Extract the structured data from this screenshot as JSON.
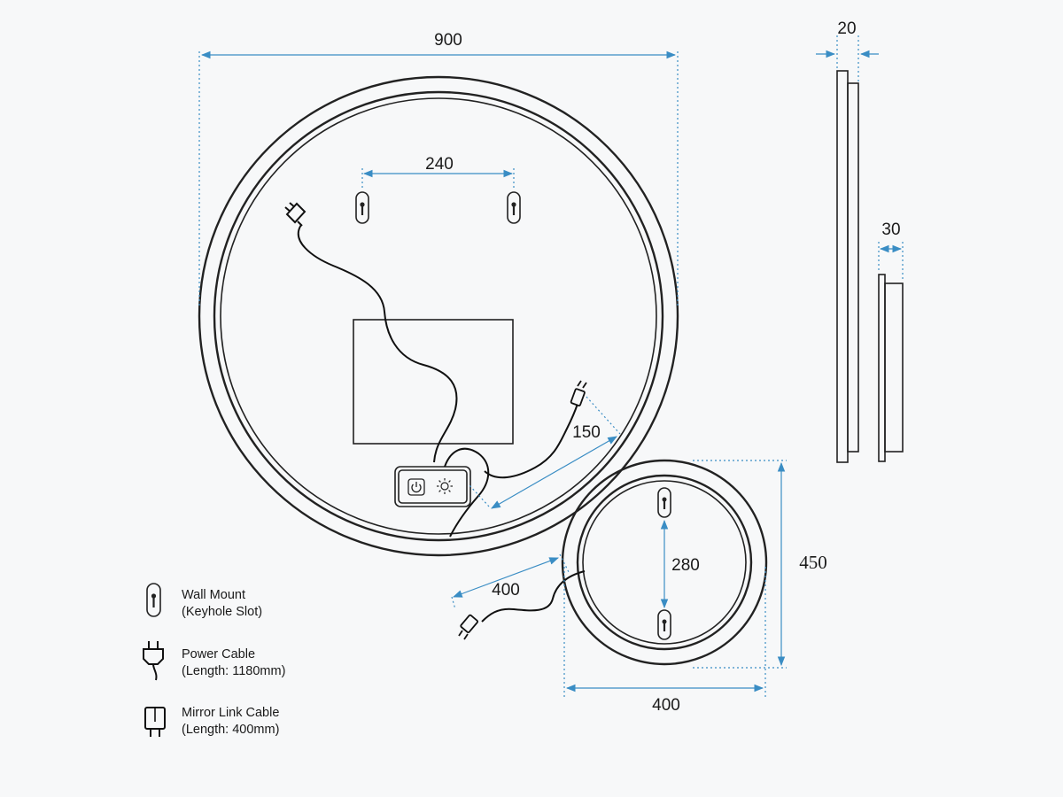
{
  "dimensions": {
    "large_diameter": "900",
    "keyhole_spacing_large": "240",
    "side_thickness_large": "20",
    "side_thickness_small": "30",
    "link_cable_offset": "150",
    "small_height": "450",
    "small_width": "400",
    "keyhole_spacing_small": "280",
    "small_cable_offset": "400"
  },
  "legend": [
    {
      "icon": "keyhole-icon",
      "line1": "Wall Mount",
      "line2": "(Keyhole Slot)"
    },
    {
      "icon": "power-plug-icon",
      "line1": "Power Cable",
      "line2": "(Length: 1180mm)"
    },
    {
      "icon": "link-connector-icon",
      "line1": "Mirror Link Cable",
      "line2": "(Length: 400mm)"
    }
  ],
  "colors": {
    "dimension": "#3a8dc4",
    "outline": "#222222",
    "background": "#f7f8f9"
  }
}
